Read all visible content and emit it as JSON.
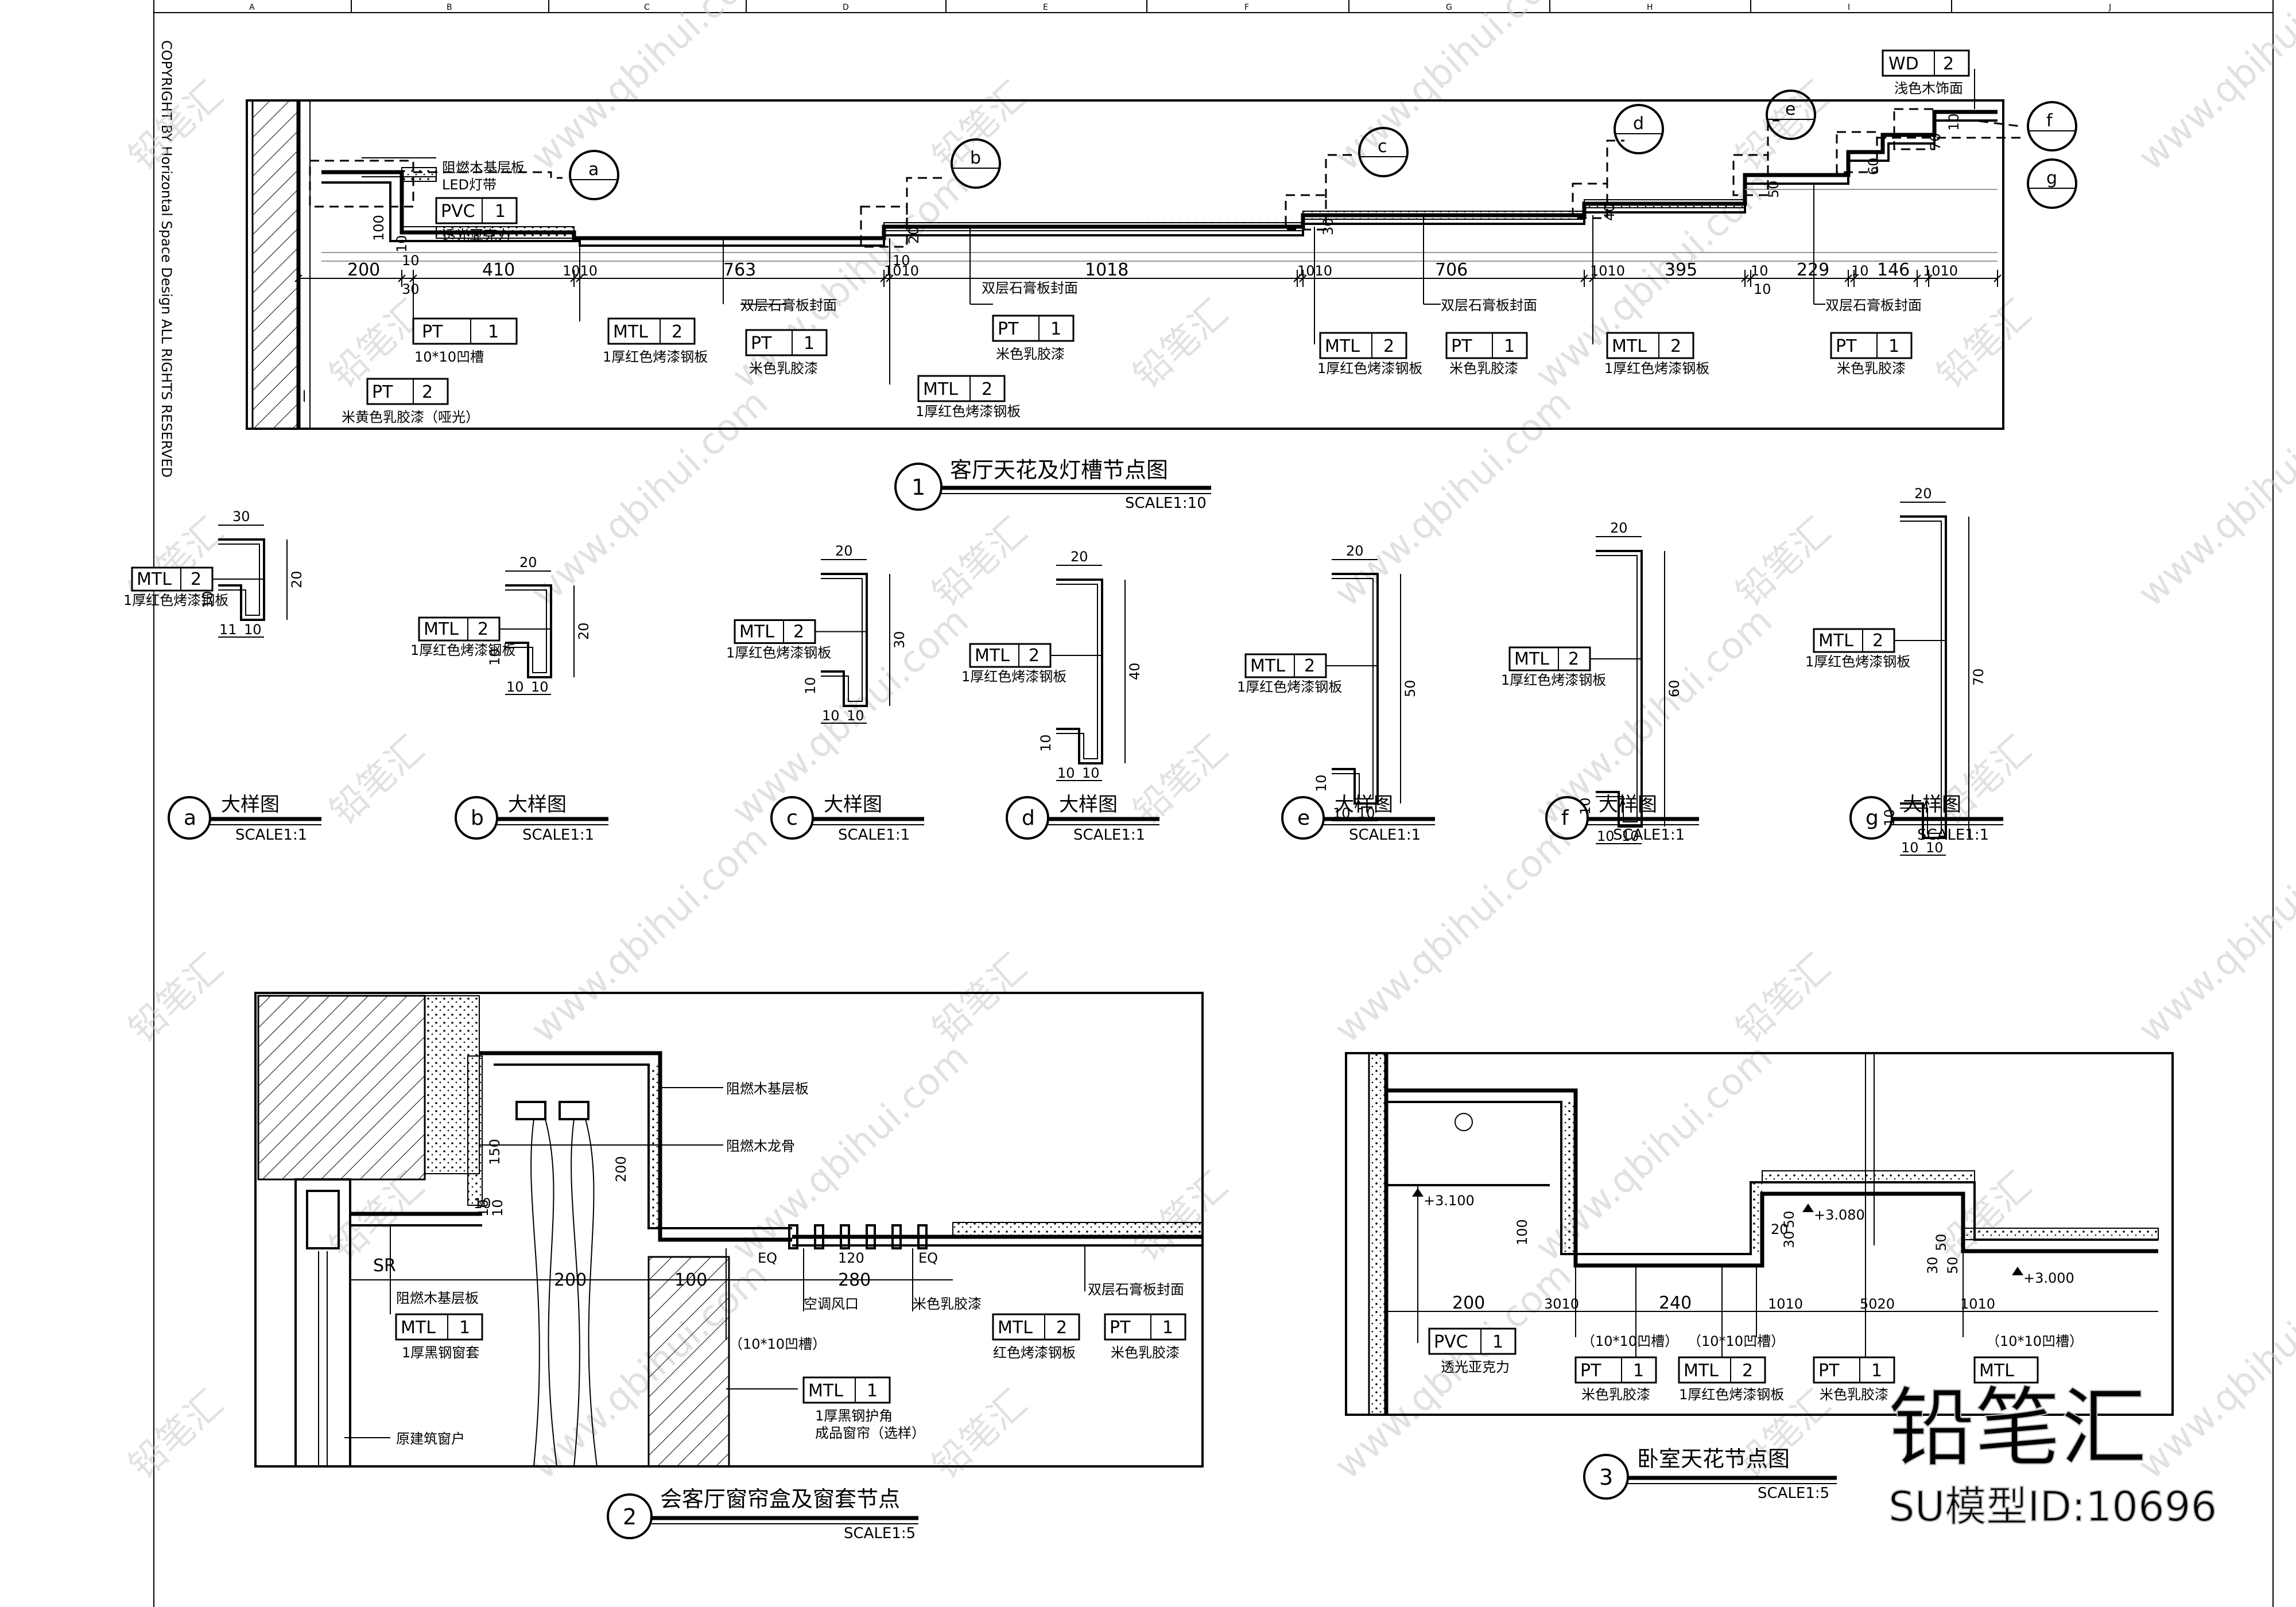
{
  "grid_letters": [
    "A",
    "B",
    "C",
    "D",
    "E",
    "F",
    "G",
    "H",
    "I",
    "J"
  ],
  "copyright": "COPYRIGHT BY Horizontal Space Design ALL RIGHTS RESERVED",
  "watermark_url": "www.qbihui.com",
  "watermark_cn": "铅笔汇",
  "bottom_wm_logo": "铅笔汇",
  "bottom_wm_id": "SU模型ID:10696",
  "main": {
    "title_num": "1",
    "title": "客厅天花及灯槽节点图",
    "scale": "SCALE1:10",
    "labels": {
      "l1": "阻燃木基层板",
      "l2": "LED灯带",
      "l3": "透光亚克力",
      "l4": "10*10凹槽",
      "l5": "1厚红色烤漆钢板",
      "l6": "双层石膏板封面",
      "l7": "米色乳胶漆",
      "l8": "1厚红色烤漆钢板",
      "l9": "双层石膏板封面",
      "l10": "米色乳胶漆",
      "l11": "米黄色乳胶漆（哑光）",
      "l12": "浅色木饰面",
      "l13": "1厚红色烤漆钢板",
      "l14": "双层石膏板封面",
      "l15": "米色乳胶漆",
      "l16": "1厚红色烤漆钢板",
      "l17": "双层石膏板封面",
      "l18": "米色乳胶漆"
    },
    "tags": {
      "pvc": [
        "PVC",
        "1"
      ],
      "pt1a": [
        "PT",
        "1"
      ],
      "mtl2a": [
        "MTL",
        "2"
      ],
      "pt1b": [
        "PT",
        "1"
      ],
      "mtl2b": [
        "MTL",
        "2"
      ],
      "pt2": [
        "PT",
        "2"
      ],
      "mtl2c": [
        "MTL",
        "2"
      ],
      "pt1c": [
        "PT",
        "1"
      ],
      "mtl2d": [
        "MTL",
        "2"
      ],
      "pt1d": [
        "PT",
        "1"
      ],
      "wd2": [
        "WD",
        "2"
      ]
    },
    "dims": [
      "200",
      "30",
      "410",
      "1010",
      "763",
      "1010",
      "1018",
      "1010",
      "706",
      "1010",
      "395",
      "10",
      "229",
      "10",
      "146",
      "1010",
      "10",
      "10",
      "10"
    ],
    "vdims": [
      "100",
      "10",
      "20",
      "30",
      "40",
      "50",
      "60",
      "70",
      "10"
    ],
    "callouts": [
      "a",
      "b",
      "c",
      "d",
      "e",
      "f",
      "g"
    ]
  },
  "details": [
    {
      "id": "a",
      "title": "大样图",
      "scale": "SCALE1:1",
      "tag": [
        "MTL",
        "2"
      ],
      "note": "1厚红色烤漆钢板",
      "d1": "30",
      "d2": "20",
      "d3": "10",
      "d4": "11",
      "d5": "10"
    },
    {
      "id": "b",
      "title": "大样图",
      "scale": "SCALE1:1",
      "tag": [
        "MTL",
        "2"
      ],
      "note": "1厚红色烤漆钢板",
      "d1": "20",
      "d2": "20",
      "d3": "10",
      "d4": "10",
      "d5": "10"
    },
    {
      "id": "c",
      "title": "大样图",
      "scale": "SCALE1:1",
      "tag": [
        "MTL",
        "2"
      ],
      "note": "1厚红色烤漆钢板",
      "d1": "20",
      "d2": "30",
      "d3": "10",
      "d4": "10",
      "d5": "10"
    },
    {
      "id": "d",
      "title": "大样图",
      "scale": "SCALE1:1",
      "tag": [
        "MTL",
        "2"
      ],
      "note": "1厚红色烤漆钢板",
      "d1": "20",
      "d2": "40",
      "d3": "10",
      "d4": "10",
      "d5": "10"
    },
    {
      "id": "e",
      "title": "大样图",
      "scale": "SCALE1:1",
      "tag": [
        "MTL",
        "2"
      ],
      "note": "1厚红色烤漆钢板",
      "d1": "20",
      "d2": "50",
      "d3": "10",
      "d4": "10",
      "d5": "10"
    },
    {
      "id": "f",
      "title": "大样图",
      "scale": "SCALE1:1",
      "tag": [
        "MTL",
        "2"
      ],
      "note": "1厚红色烤漆钢板",
      "d1": "20",
      "d2": "60",
      "d3": "10",
      "d4": "10",
      "d5": "10"
    },
    {
      "id": "g",
      "title": "大样图",
      "scale": "SCALE1:1",
      "tag": [
        "MTL",
        "2"
      ],
      "note": "1厚红色烤漆钢板",
      "d1": "20",
      "d2": "70",
      "d3": "10",
      "d4": "10",
      "d5": "10"
    }
  ],
  "section2": {
    "title_num": "2",
    "title": "会客厅窗帘盒及窗套节点",
    "scale": "SCALE1:5",
    "labels": {
      "l1": "阻燃木基层板",
      "l2": "阻燃木龙骨",
      "l3": "阻燃木基层板",
      "l4": "1厚黑钢窗套",
      "l5": "（10*10凹槽）",
      "l6": "空调风口",
      "l7": "米色乳胶漆",
      "l8": "双层石膏板封面",
      "l9": "红色烤漆钢板",
      "l10": "米色乳胶漆",
      "l11": "1厚黑钢护角",
      "l12": "成品窗帘（选样）",
      "l13": "原建筑窗户"
    },
    "tags": {
      "mtl1a": [
        "MTL",
        "1"
      ],
      "mtl2": [
        "MTL",
        "2"
      ],
      "pt1": [
        "PT",
        "1"
      ],
      "mtl1b": [
        "MTL",
        "1"
      ]
    },
    "dims": [
      "SR",
      "200",
      "100",
      "EQ",
      "120",
      "EQ",
      "280",
      "150",
      "200",
      "10",
      "10",
      "10"
    ]
  },
  "section3": {
    "title_num": "3",
    "title": "卧室天花节点图",
    "scale": "SCALE1:5",
    "labels": {
      "l1": "透光亚克力",
      "l2": "（10*10凹槽）",
      "l3": "米色乳胶漆",
      "l4": "（10*10凹槽）",
      "l5": "1厚红色烤漆钢板",
      "l6": "米色乳胶漆",
      "l7": "（10*10凹槽）"
    },
    "tags": {
      "pvc": [
        "PVC",
        "1"
      ],
      "pt1a": [
        "PT",
        "1"
      ],
      "mtl2": [
        "MTL",
        "2"
      ],
      "pt1b": [
        "PT",
        "1"
      ],
      "mtl": [
        "MTL",
        ""
      ]
    },
    "levels": [
      "+3.100",
      "+3.080",
      "+3.000"
    ],
    "dims": [
      "200",
      "3010",
      "240",
      "1010",
      "5020",
      "1010",
      "100",
      "30",
      "50",
      "20",
      "50",
      "30",
      "50"
    ]
  }
}
